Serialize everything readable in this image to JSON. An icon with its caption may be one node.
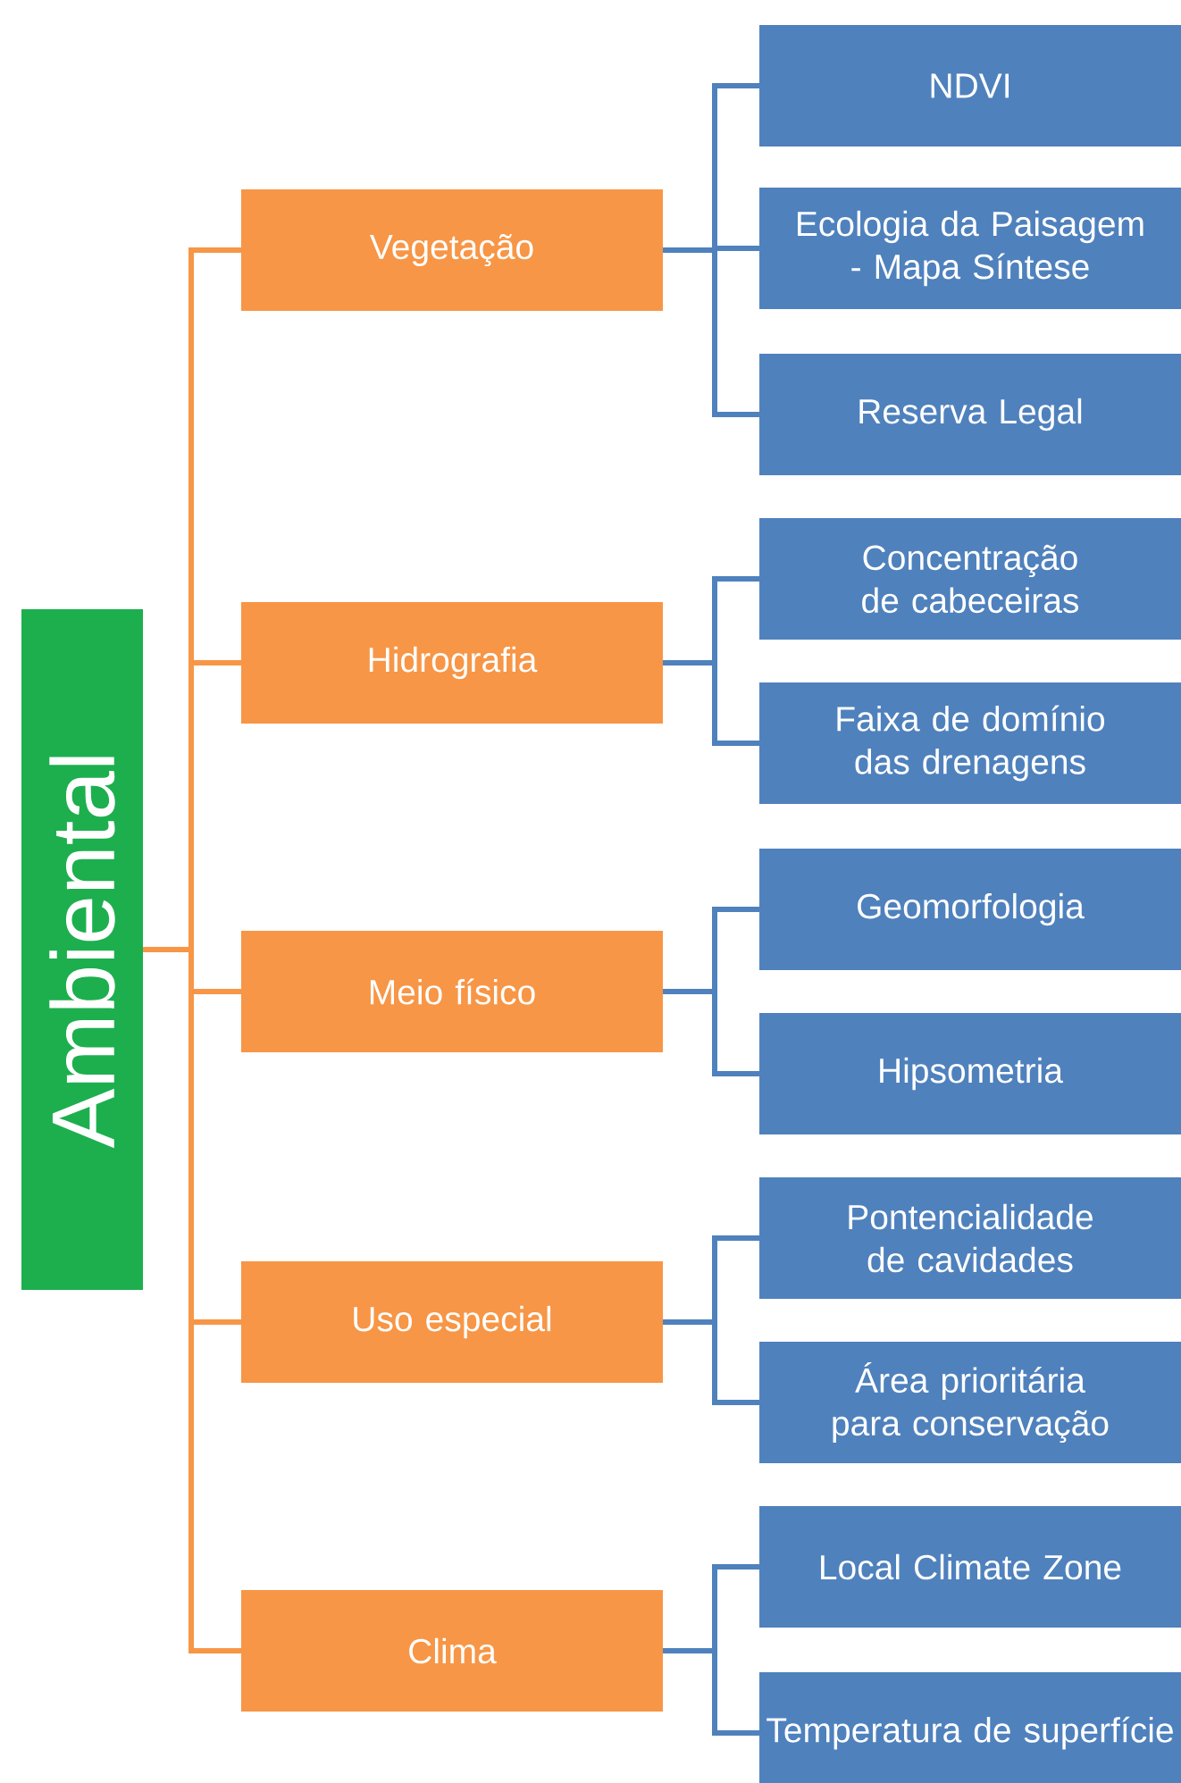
{
  "diagram": {
    "nodes": [
      {
        "text": [
          "Ambiental"
        ]
      },
      {
        "text": [
          "Vegetação"
        ]
      },
      {
        "text": [
          "NDVI"
        ]
      },
      {
        "text": [
          "Ecologia da Paisagem - Mapa Síntese"
        ]
      },
      {
        "text": [
          "Reserva Legal"
        ]
      },
      {
        "text": [
          "Hidrografia"
        ]
      },
      {
        "text": [
          "Concentração de cabeceiras"
        ]
      },
      {
        "text": [
          "Faixa de domínio das drenagens"
        ]
      },
      {
        "text": [
          "Meio físico"
        ]
      },
      {
        "text": [
          "Geomorfologia"
        ]
      },
      {
        "text": [
          "Hipsometria"
        ]
      },
      {
        "text": [
          "Uso especial"
        ]
      },
      {
        "text": [
          "Pontencialidade de cavidades"
        ]
      },
      {
        "text": [
          "Área prioritária para conservação"
        ]
      },
      {
        "text": [
          "Clima"
        ]
      },
      {
        "text": [
          "Local Climate Zone"
        ]
      },
      {
        "text": [
          "Temperatura de superfície"
        ]
      }
    ],
    "edges": [
      {
        "from": 0,
        "to": 1,
        "arrow": "none",
        "color": "#f79646"
      },
      {
        "from": 0,
        "to": 5,
        "arrow": "none",
        "color": "#f79646"
      },
      {
        "from": 0,
        "to": 8,
        "arrow": "none",
        "color": "#f79646"
      },
      {
        "from": 0,
        "to": 11,
        "arrow": "none",
        "color": "#f79646"
      },
      {
        "from": 0,
        "to": 14,
        "arrow": "none",
        "color": "#f79646"
      },
      {
        "from": 1,
        "to": 2,
        "arrow": "none"
      },
      {
        "from": 1,
        "to": 3,
        "arrow": "none"
      },
      {
        "from": 1,
        "to": 4,
        "arrow": "none"
      },
      {
        "from": 5,
        "to": 6,
        "arrow": "none"
      },
      {
        "from": 5,
        "to": 7,
        "arrow": "none"
      },
      {
        "from": 8,
        "to": 9,
        "arrow": "none"
      },
      {
        "from": 8,
        "to": 10,
        "arrow": "none"
      },
      {
        "from": 11,
        "to": 12,
        "arrow": "none"
      },
      {
        "from": 11,
        "to": 13,
        "arrow": "none"
      },
      {
        "from": 14,
        "to": 15,
        "arrow": "none"
      },
      {
        "from": 14,
        "to": 16,
        "arrow": "none"
      }
    ]
  }
}
